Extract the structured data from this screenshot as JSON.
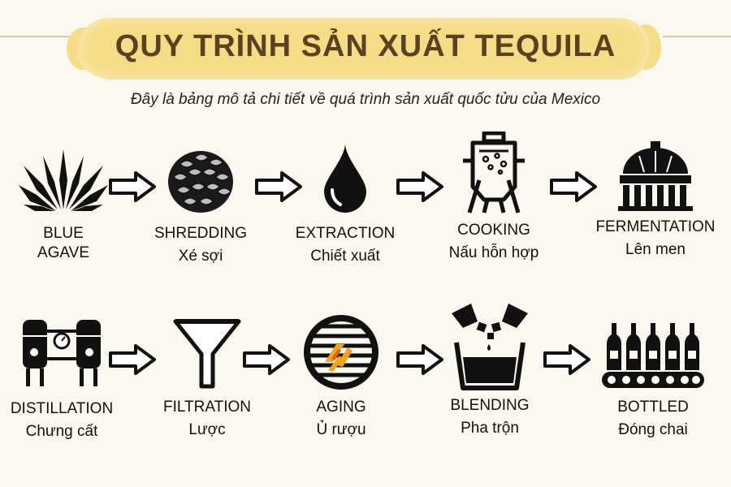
{
  "header": {
    "title": "QUY TRÌNH SẢN XUẤT TEQUILA",
    "subtitle": "Đây là bảng mô tả chi tiết về quá trình sản xuất quốc tửu của Mexico"
  },
  "colors": {
    "banner": "#f6dc86",
    "title_text": "#5a4120",
    "background": "#fbf8ef",
    "fire": "#f2a51c"
  },
  "steps_row1": [
    {
      "icon": "agave-icon",
      "label_line1": "BLUE",
      "label_line2": "AGAVE"
    },
    {
      "icon": "pinecone-icon",
      "label": "SHREDDING",
      "label_vi": "Xé sợi"
    },
    {
      "icon": "droplet-icon",
      "label": "EXTRACTION",
      "label_vi": "Chiết xuất"
    },
    {
      "icon": "cooking-tank-icon",
      "label": "COOKING",
      "label_vi": "Nấu hỗn hợp"
    },
    {
      "icon": "fermentation-tank-icon",
      "label": "FERMENTATION",
      "label_vi": "Lên men"
    }
  ],
  "steps_row2": [
    {
      "icon": "still-icon",
      "label": "DISTILLATION",
      "label_vi": "Chưng cất"
    },
    {
      "icon": "funnel-icon",
      "label": "FILTRATION",
      "label_vi": "Lược"
    },
    {
      "icon": "barrel-icon",
      "label": "AGING",
      "label_vi": "Ủ rượu"
    },
    {
      "icon": "blending-icon",
      "label": "BLENDING",
      "label_vi": "Pha trộn"
    },
    {
      "icon": "bottles-icon",
      "label": "BOTTLED",
      "label_vi": "Đóng chai"
    }
  ],
  "arrows": {
    "icon": "right-arrow-icon"
  }
}
